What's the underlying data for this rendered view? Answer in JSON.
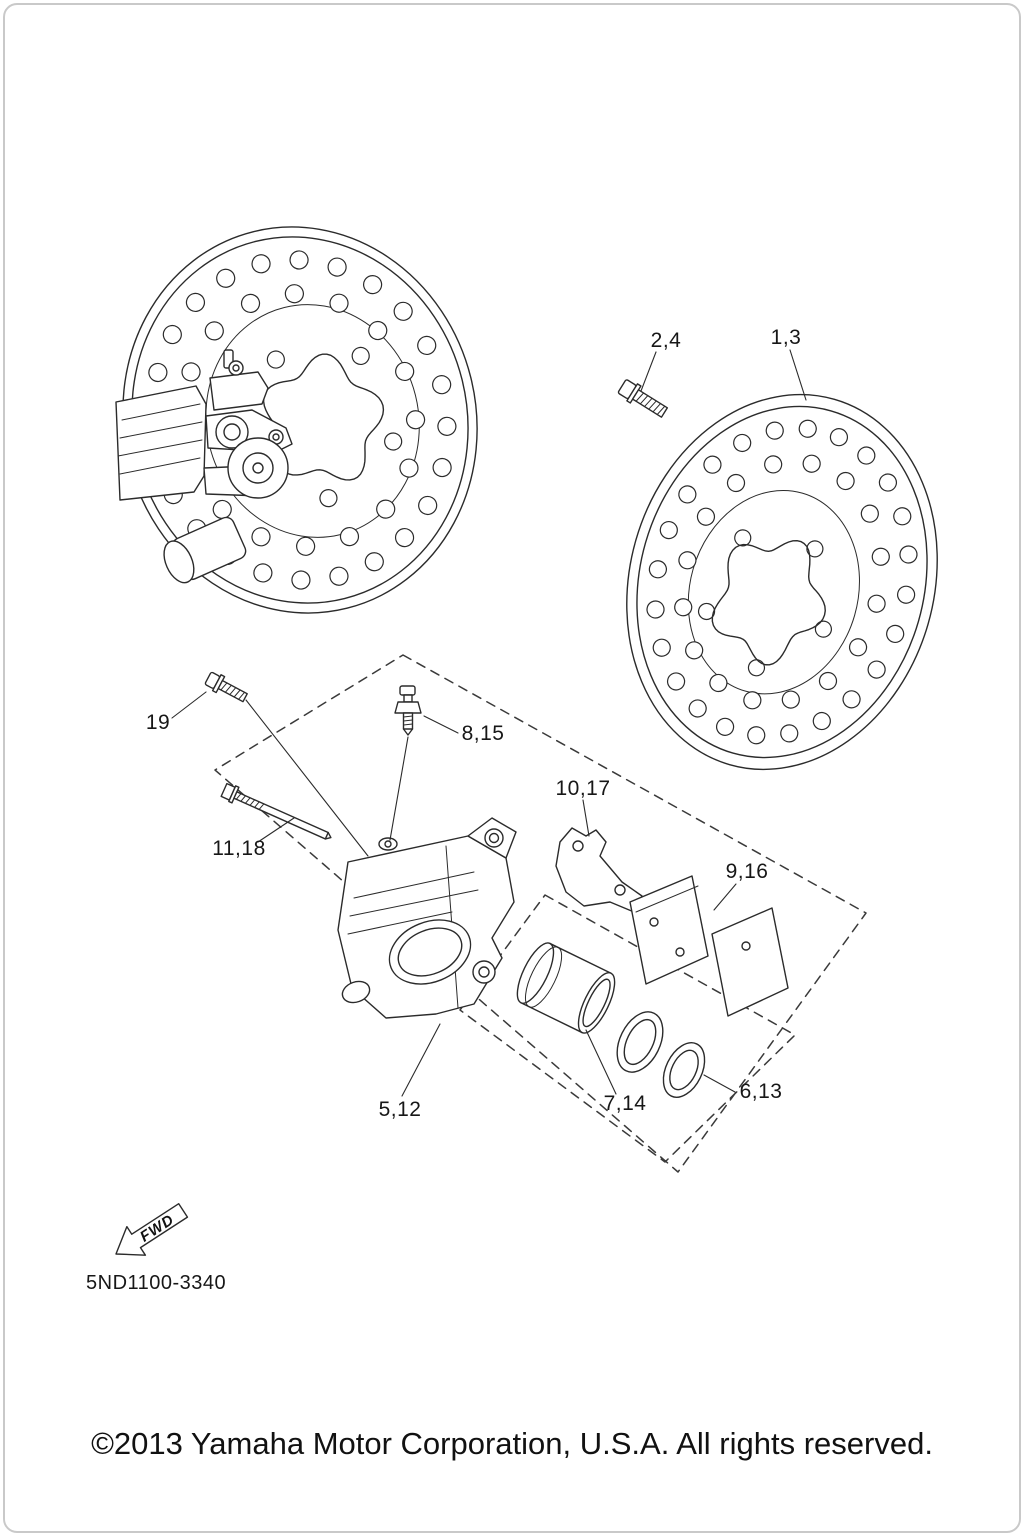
{
  "diagram": {
    "code": "5ND1100-3340",
    "copyright": "©2013 Yamaha Motor Corporation, U.S.A. All rights reserved."
  },
  "fwd": {
    "label": "FWD"
  },
  "labels": {
    "part_1_3": "1,3",
    "part_2_4": "2,4",
    "part_5_12": "5,12",
    "part_6_13": "6,13",
    "part_7_14": "7,14",
    "part_8_15": "8,15",
    "part_9_16": "9,16",
    "part_10_17": "10,17",
    "part_11_18": "11,18",
    "part_19": "19"
  },
  "colors": {
    "line": "#2b2b2b",
    "background": "#ffffff"
  }
}
